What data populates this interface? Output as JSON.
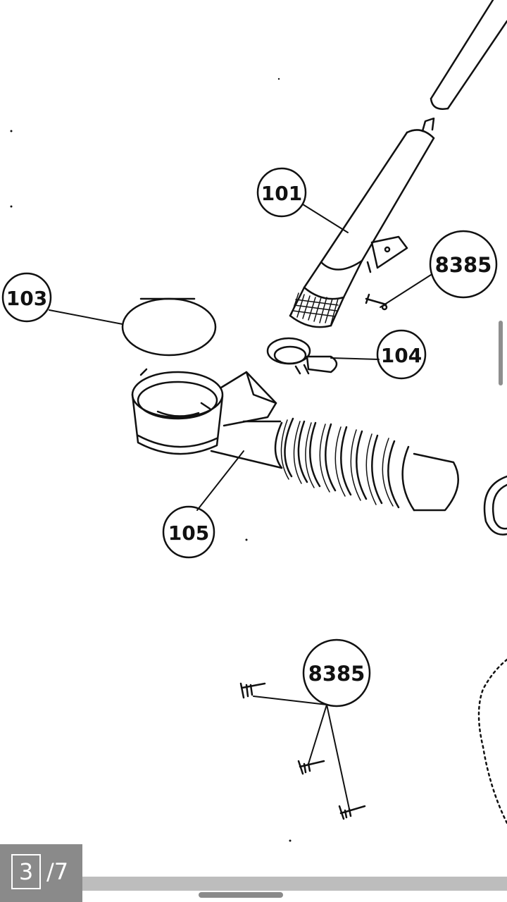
{
  "viewer": {
    "page_current": "3",
    "page_total": "/7"
  },
  "diagram": {
    "callouts": {
      "c101": "101",
      "c103": "103",
      "c104": "104",
      "c105": "105",
      "c8385_top": "8385",
      "c8385_bottom": "8385"
    }
  }
}
